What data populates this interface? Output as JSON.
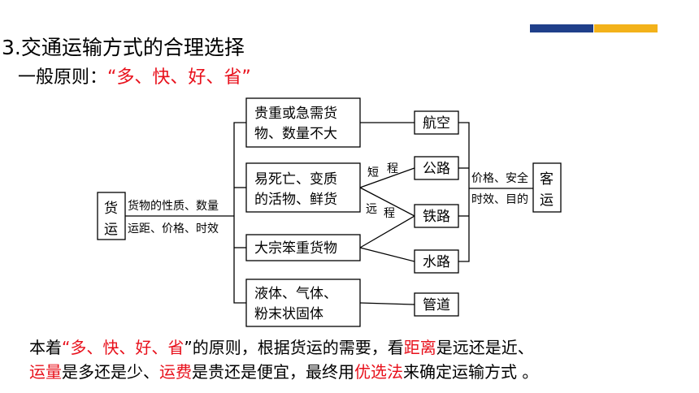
{
  "header": {
    "title": "3.交通运输方式的合理选择",
    "principle_prefix": "一般原则：",
    "principle_quote": "“多、快、好、省”"
  },
  "diagram": {
    "freight": [
      "货",
      "运"
    ],
    "freight_labels": [
      "货物的性质、数量",
      "运距、价格、时效"
    ],
    "cargo": [
      [
        "贵重或急需货",
        "物、数量不大"
      ],
      [
        "易死亡、变质",
        "的活物、鲜货"
      ],
      [
        "大宗笨重货物"
      ],
      [
        "液体、气体、",
        "粉末状固体"
      ]
    ],
    "modes": [
      "航空",
      "公路",
      "铁路",
      "水路",
      "管道"
    ],
    "distance_labels": {
      "short": [
        "短",
        "程"
      ],
      "long": [
        "远",
        "程"
      ]
    },
    "passenger": [
      "客",
      "运"
    ],
    "passenger_labels": [
      "价格、安全",
      "时效、目的"
    ]
  },
  "summary": {
    "line1": [
      "本着",
      "“多、快、好、省",
      "”的原则，根据货运的需要，看",
      "距离",
      "是远还是近、"
    ],
    "line2": [
      "运量",
      "是多还是少、",
      "运费",
      "是贵还是便宜，最终用",
      "优选法",
      "来确定运输方式 。"
    ]
  },
  "colors": {
    "highlight": "#e8101b",
    "deco_blue": "#1f3f8a",
    "deco_yellow": "#f3b21a"
  }
}
